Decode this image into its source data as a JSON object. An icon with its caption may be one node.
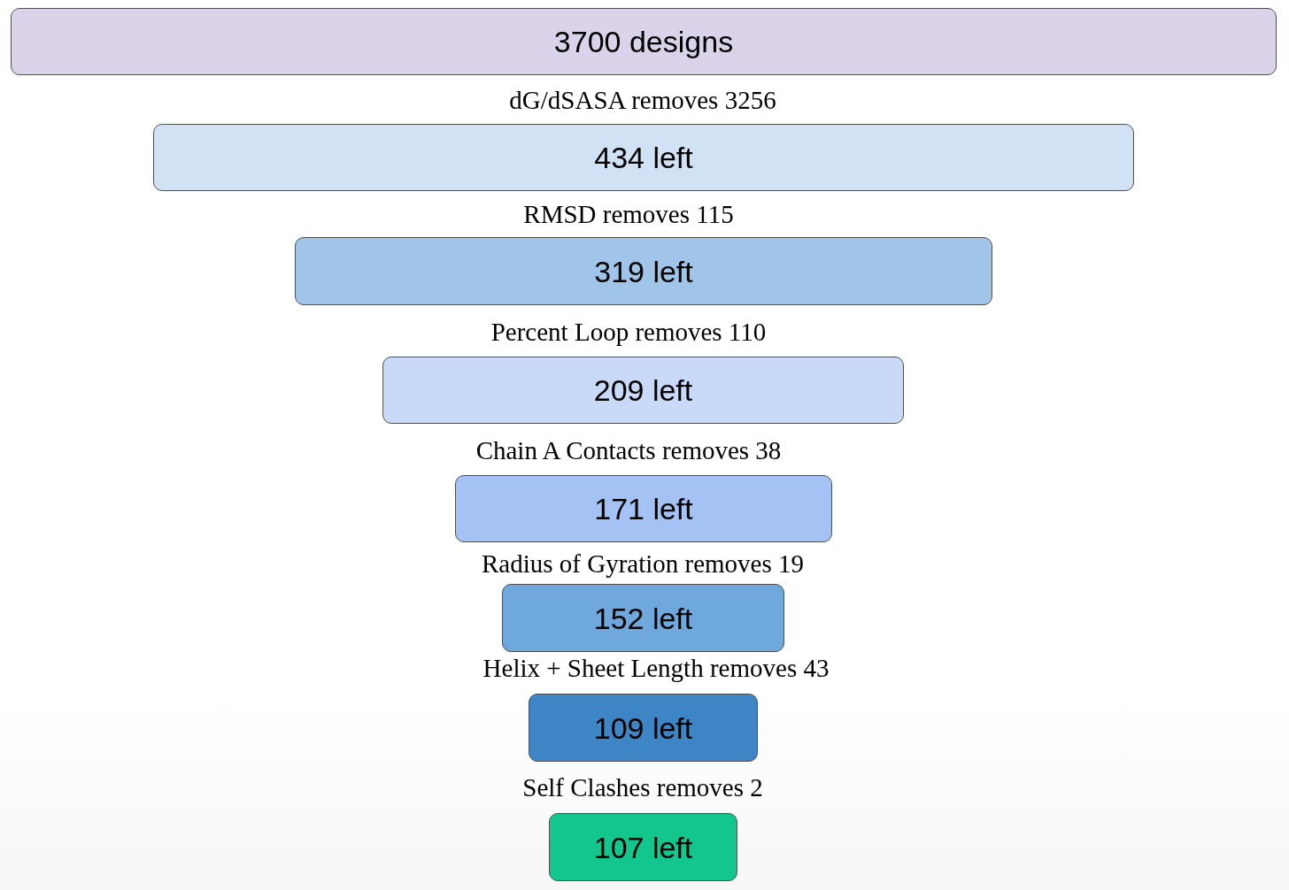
{
  "diagram": {
    "nodes": [
      {
        "text": [
          "3700 designs"
        ]
      },
      {
        "text": [
          "434 left"
        ]
      },
      {
        "text": [
          "319 left"
        ]
      },
      {
        "text": [
          "209 left"
        ]
      },
      {
        "text": [
          "171 left"
        ]
      },
      {
        "text": [
          "152 left"
        ]
      },
      {
        "text": [
          "109 left"
        ]
      },
      {
        "text": [
          "107 left"
        ]
      }
    ],
    "labels": [
      "dG/dSASA removes 3256",
      "RMSD removes 115",
      "Percent Loop removes 110",
      "Chain A Contacts removes 38",
      "Radius of Gyration removes 19",
      "Helix + Sheet Length removes 43",
      "Self Clashes removes 2"
    ]
  }
}
